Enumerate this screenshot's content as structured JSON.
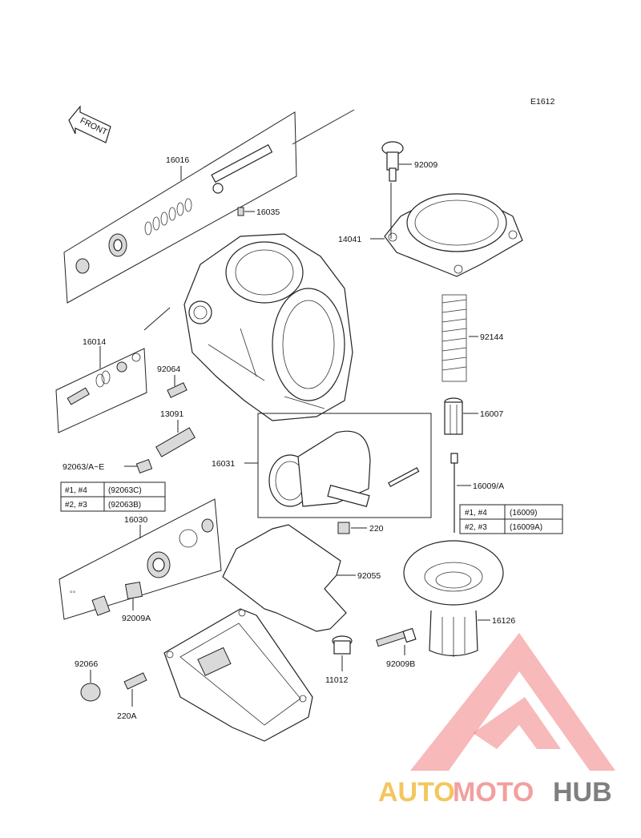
{
  "diagram": {
    "code": "E1612",
    "front_label": "FRONT",
    "parts": {
      "p16016": "16016",
      "p16035": "16035",
      "p92009": "92009",
      "p14041": "14041",
      "p16014": "16014",
      "p92064": "92064",
      "p92144": "92144",
      "p13091": "13091",
      "p16007": "16007",
      "p16031": "16031",
      "p92063": "92063/A~E",
      "p16009": "16009/A",
      "p16030": "16030",
      "p220": "220",
      "p92055": "92055",
      "p92009A": "92009A",
      "p16126": "16126",
      "p11012": "11012",
      "p92009B": "92009B",
      "p92066": "92066",
      "p220A": "220A"
    },
    "table_left": [
      {
        "cyl": "#1, #4",
        "part": "(92063C)"
      },
      {
        "cyl": "#2, #3",
        "part": "(92063B)"
      }
    ],
    "table_right": [
      {
        "cyl": "#1, #4",
        "part": "(16009)"
      },
      {
        "cyl": "#2, #3",
        "part": "(16009A)"
      }
    ]
  },
  "watermark": {
    "auto": "AUTO",
    "moto": "MOTO",
    "hub": "HUB",
    "colors": {
      "auto": "#f0b429",
      "moto": "#f08080",
      "hub": "#555555"
    }
  }
}
